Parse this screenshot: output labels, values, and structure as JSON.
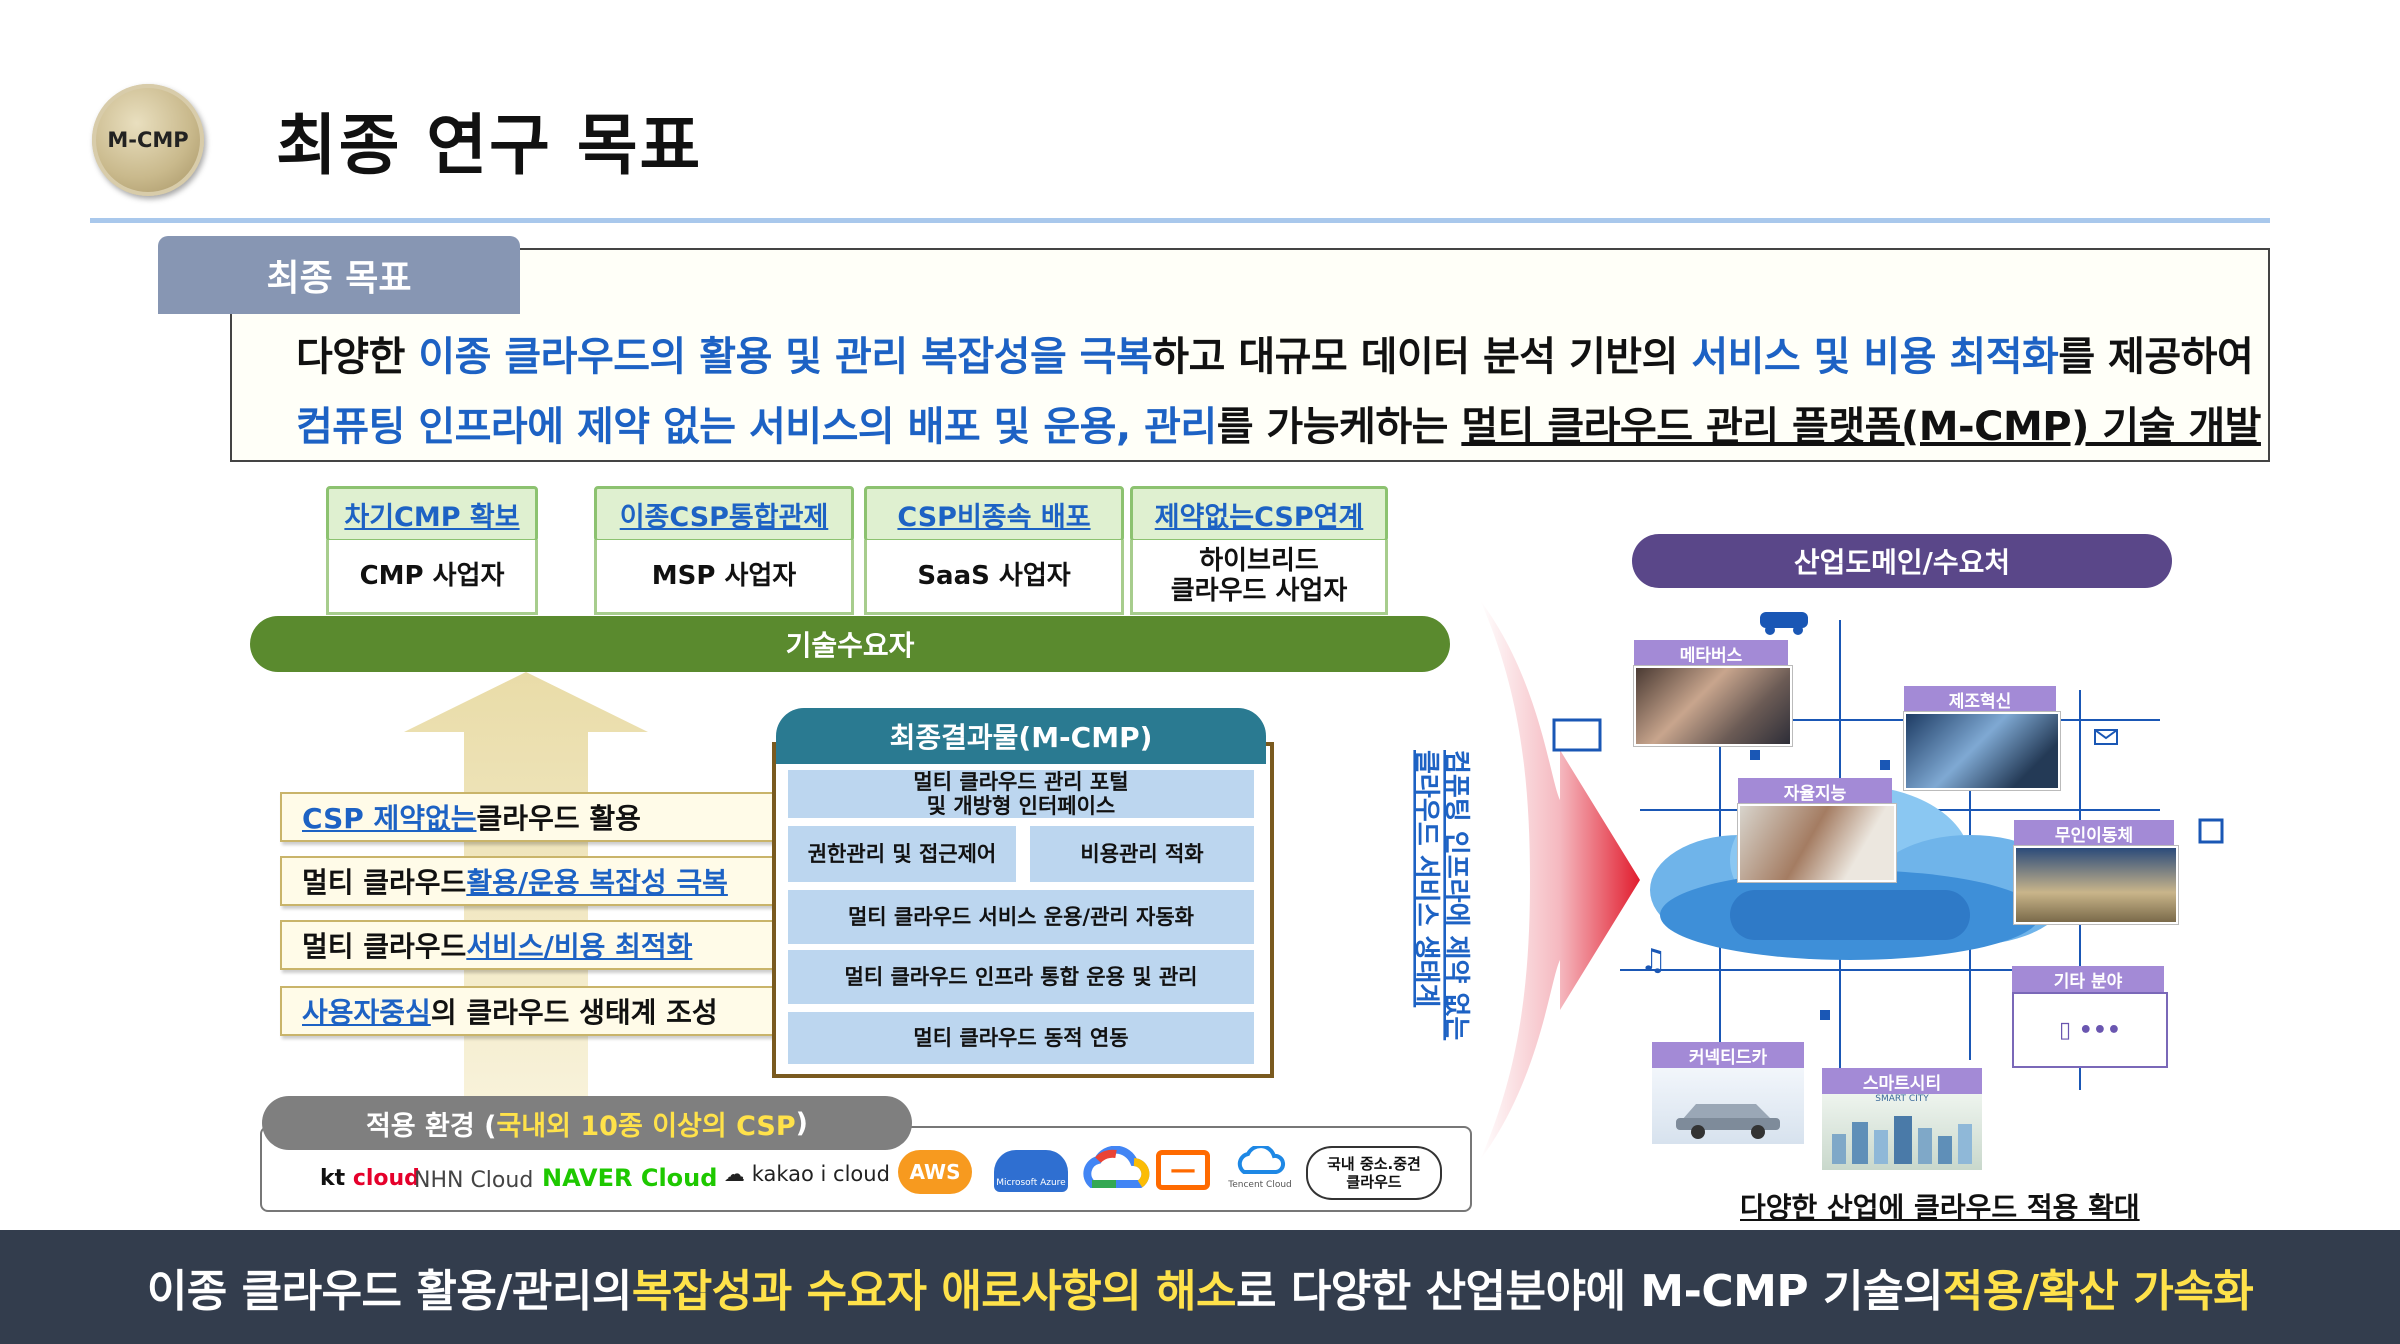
{
  "header": {
    "logo_text": "M-CMP",
    "title": "최종 연구 목표"
  },
  "goal": {
    "tab_label": "최종 목표",
    "line1": [
      {
        "text": "다양한 ",
        "style": "plain"
      },
      {
        "text": "이종 클라우드의 활용 및 관리 복잡성을 극복",
        "style": "blue"
      },
      {
        "text": "하고 대규모 데이터 분석 기반의 ",
        "style": "plain"
      },
      {
        "text": "서비스 및 비용 최적화",
        "style": "blue"
      },
      {
        "text": "를 제공하여",
        "style": "plain"
      }
    ],
    "line2": [
      {
        "text": "컴퓨팅 인프라에 제약 없는 서비스의 배포 및 운용, 관리",
        "style": "blue"
      },
      {
        "text": "를 가능케하는 ",
        "style": "plain"
      },
      {
        "text": "멀티 클라우드 관리 플랫폼(M-CMP) 기술 개발",
        "style": "underline"
      }
    ]
  },
  "demanders": {
    "columns": [
      {
        "tag": "차기CMP 확보",
        "label": "CMP 사업자"
      },
      {
        "tag": "이종CSP통합관제",
        "label": "MSP 사업자"
      },
      {
        "tag": "CSP비종속 배포",
        "label": "SaaS 사업자"
      },
      {
        "tag": "제약없는CSP연계",
        "label": "하이브리드\n클라우드 사업자"
      }
    ],
    "bar_label": "기술수요자"
  },
  "objectives": [
    {
      "parts": [
        {
          "text": "CSP 제약없는",
          "style": "link"
        },
        {
          "text": " 클라우드 활용",
          "style": "plain"
        }
      ]
    },
    {
      "parts": [
        {
          "text": "멀티 클라우드 ",
          "style": "plain"
        },
        {
          "text": "활용/운용 복잡성 극복",
          "style": "link"
        }
      ]
    },
    {
      "parts": [
        {
          "text": "멀티 클라우드 ",
          "style": "plain"
        },
        {
          "text": "서비스/비용 최적화",
          "style": "link"
        }
      ]
    },
    {
      "parts": [
        {
          "text": "사용자중심",
          "style": "link"
        },
        {
          "text": "의 클라우드 생태계 조성",
          "style": "plain"
        }
      ]
    }
  ],
  "result": {
    "title": "최종결과물(M-CMP)",
    "portal": "멀티 클라우드 관리 포털\n및 개방형 인터페이스",
    "access": "권한관리 및 접근제어",
    "cost": "비용관리 적화",
    "automation": "멀티 클라우드 서비스 운용/관리 자동화",
    "infra": "멀티 클라우드 인프라 통합 운용 및 관리",
    "dynamic": "멀티 클라우드 동적 연동"
  },
  "environment": {
    "label_prefix": "적용 환경 (",
    "label_highlight": "국내외 10종 이상의 CSP",
    "label_suffix": ")",
    "providers": {
      "kt_a": "kt",
      "kt_b": " cloud",
      "nhn": "NHN Cloud",
      "naver": "NAVER Cloud",
      "kakao": "kakao i cloud",
      "aws": "AWS",
      "azure": "Microsoft Azure",
      "tencent": "Tencent Cloud",
      "domestic": "국내 중소.중견\n클라우드"
    }
  },
  "arrow_text": {
    "line1": "컴퓨팅 인프라에 제약 없는",
    "line2": "클라우드 서비스 생태계"
  },
  "domains": {
    "title": "산업도메인/수요처",
    "items": {
      "metaverse": "메타버스",
      "manufacturing": "제조혁신",
      "ai": "자율지능",
      "mobility": "무인이동체",
      "other": "기타 분야",
      "other_dots": "▯ •••",
      "connected_car": "커넥티드카",
      "smart_city": "스마트시티",
      "smart_city_small": "SMART CITY"
    },
    "caption": "다양한 산업에 클라우드 적용 확대"
  },
  "footer": [
    {
      "text": "이종 클라우드 활용/관리의 ",
      "style": "plain"
    },
    {
      "text": "복잡성과 수요자 애로사항의 해소",
      "style": "yellow"
    },
    {
      "text": "로 다양한 산업분야에 M-CMP 기술의 ",
      "style": "plain"
    },
    {
      "text": "적용/확산 가속화",
      "style": "yellow"
    }
  ],
  "colors": {
    "accent_blue": "#1d62c4",
    "highlight_yellow": "#ffe24a",
    "green_bar": "#5a8a2e",
    "teal_header": "#2a7a91",
    "purple_header": "#5a4789",
    "footer_bg": "#333d4d"
  }
}
